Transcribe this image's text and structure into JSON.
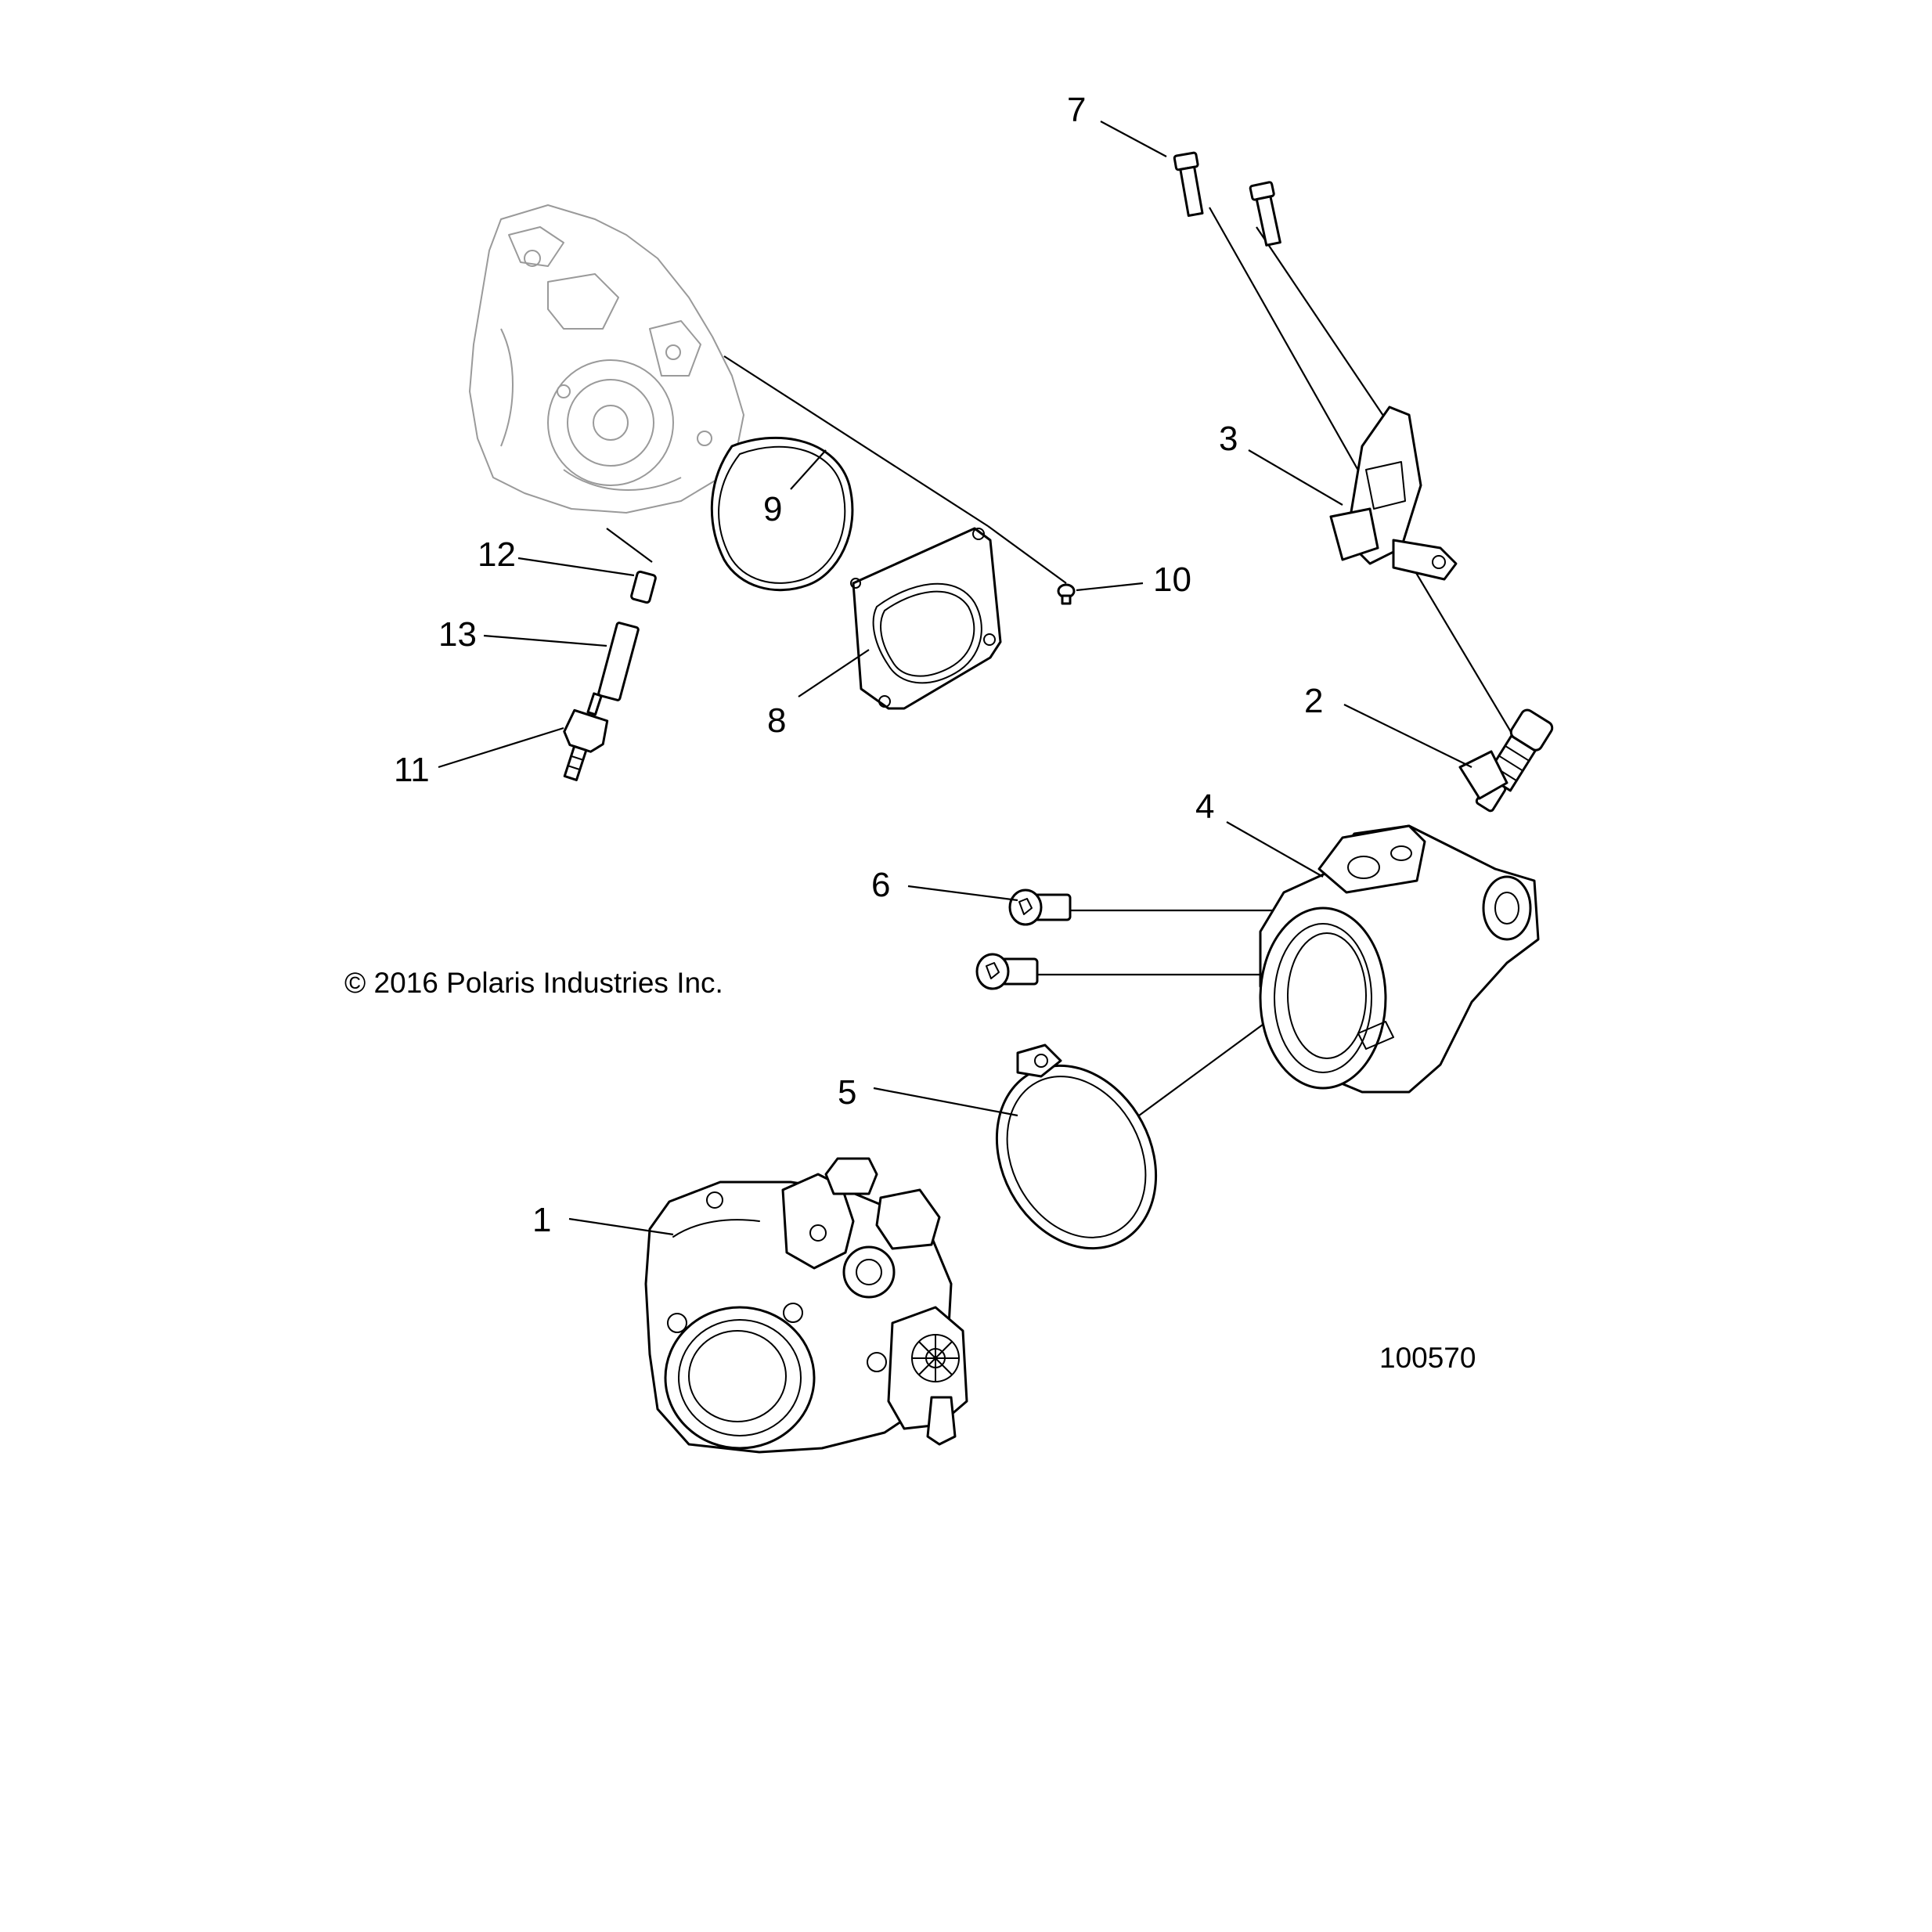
{
  "callouts": [
    {
      "id": "1",
      "text": "1"
    },
    {
      "id": "2",
      "text": "2"
    },
    {
      "id": "3",
      "text": "3"
    },
    {
      "id": "4",
      "text": "4"
    },
    {
      "id": "5",
      "text": "5"
    },
    {
      "id": "6",
      "text": "6"
    },
    {
      "id": "7",
      "text": "7"
    },
    {
      "id": "8",
      "text": "8"
    },
    {
      "id": "9",
      "text": "9"
    },
    {
      "id": "10",
      "text": "10"
    },
    {
      "id": "11",
      "text": "11"
    },
    {
      "id": "12",
      "text": "12"
    },
    {
      "id": "13",
      "text": "13"
    }
  ],
  "copyright": "© 2016 Polaris Industries Inc.",
  "diagram_number": "100570"
}
